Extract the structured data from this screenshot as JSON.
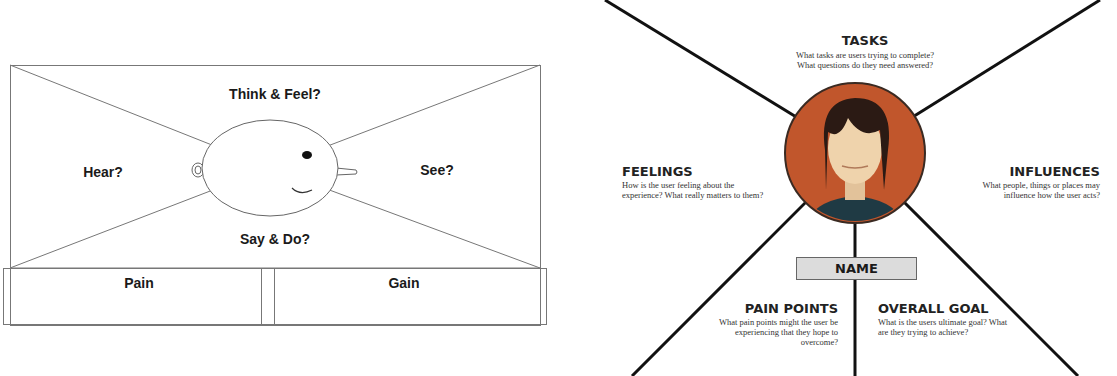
{
  "diagram": {
    "nodes": [
      {
        "text": [
          "Pain"
        ]
      },
      {
        "text": [
          "Gain"
        ]
      },
      {
        "text": [
          "NAME"
        ]
      }
    ],
    "labels": [
      "Think & Feel?",
      "Hear?",
      "See?",
      "Say & Do?",
      "TASKS",
      "What tasks are users trying to complete? What questions do they need answered?",
      "FEELINGS",
      "How is the user feeling about the experience? What really matters to them?",
      "INFLUENCES",
      "What people, things or places may influence how the user acts?",
      "PAIN POINTS",
      "What pain points might the user be experiencing that they hope to overcome?",
      "OVERALL GOAL",
      "What is the users ultimate goal? What are they trying to achieve?"
    ]
  }
}
